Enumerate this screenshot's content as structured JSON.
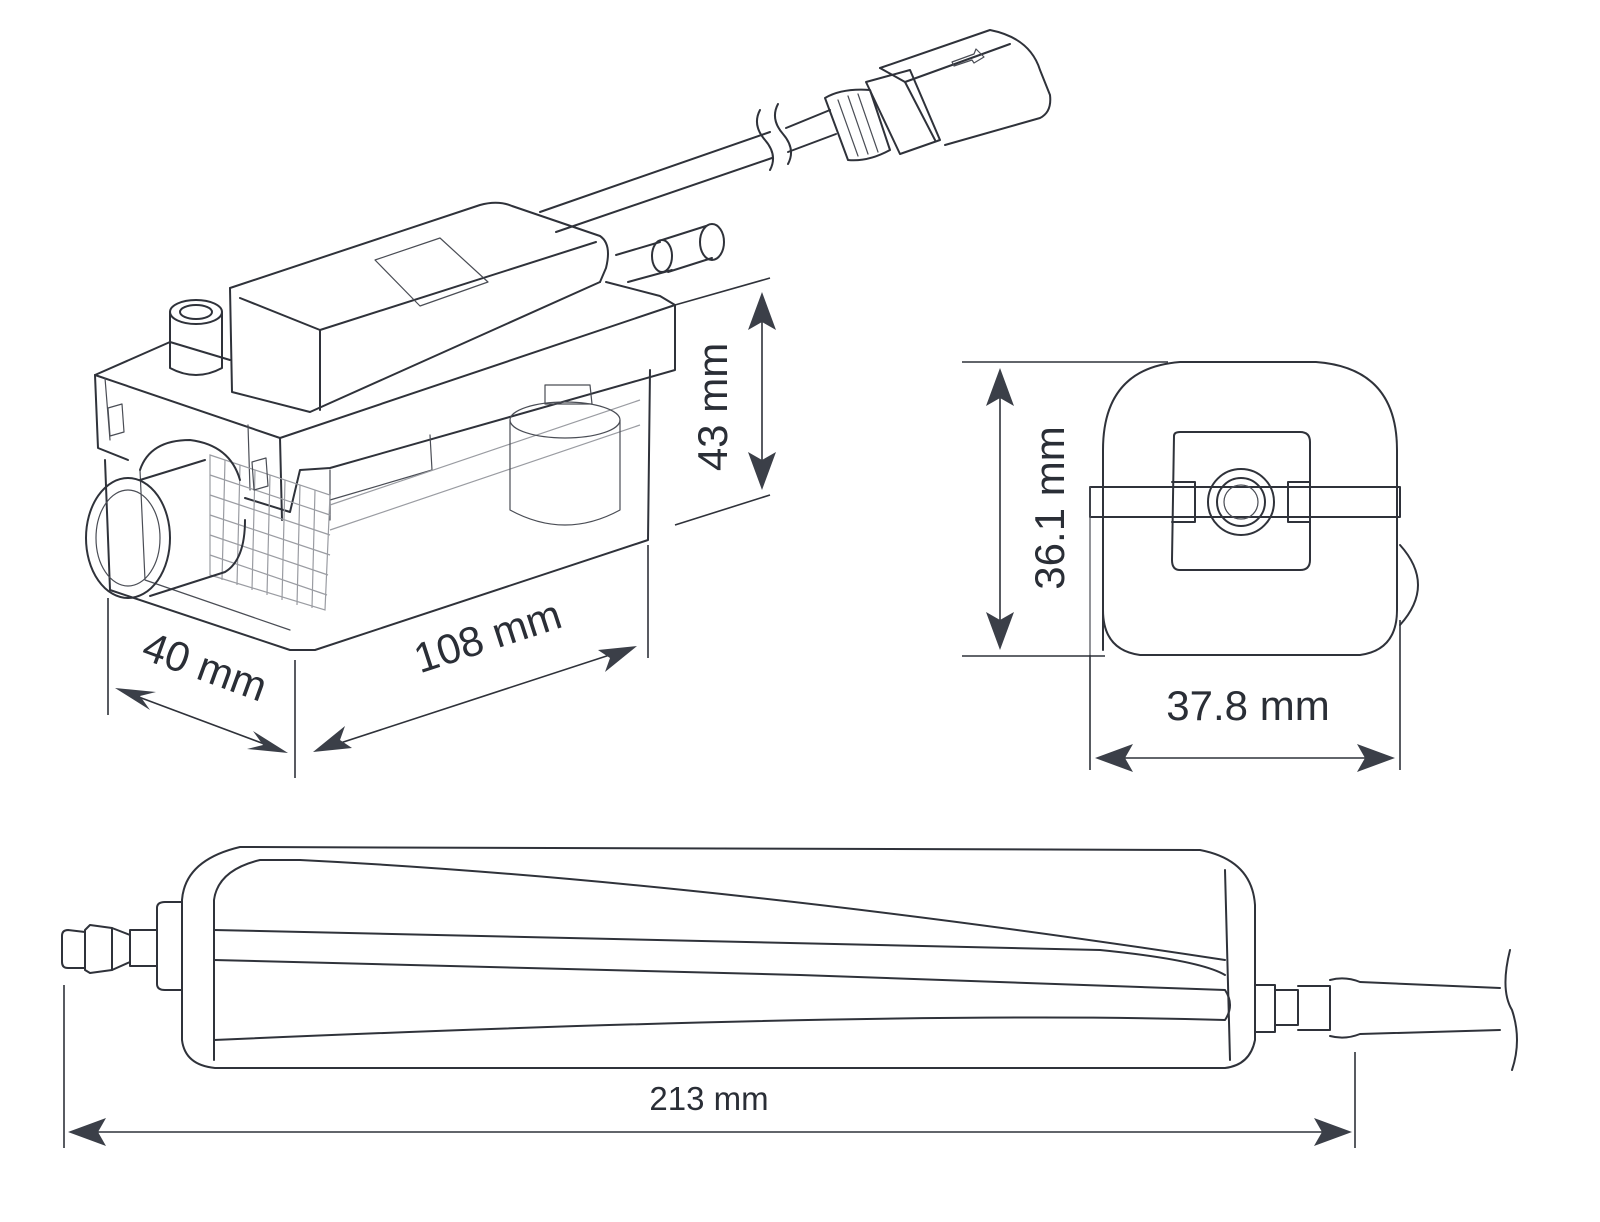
{
  "dimensions": {
    "length_side": "108 mm",
    "width_side": "40 mm",
    "height_side": "43 mm",
    "front_height": "36.1 mm",
    "front_width": "37.8 mm",
    "top_length": "213 mm"
  },
  "colors": {
    "line": "#2f323a",
    "arrow": "#3b3f48",
    "background": "#ffffff"
  },
  "icons": {
    "plug_arrow": "arrow-up-icon"
  }
}
